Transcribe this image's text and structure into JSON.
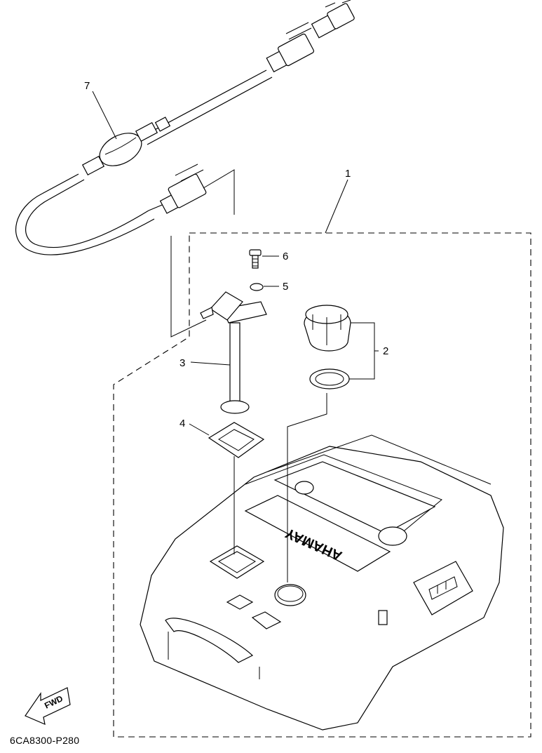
{
  "diagram": {
    "callouts": [
      {
        "id": "1",
        "text": "1"
      },
      {
        "id": "2",
        "text": "2"
      },
      {
        "id": "3",
        "text": "3"
      },
      {
        "id": "4",
        "text": "4"
      },
      {
        "id": "5",
        "text": "5"
      },
      {
        "id": "6",
        "text": "6"
      },
      {
        "id": "7",
        "text": "7"
      }
    ],
    "brand_on_tank": "YAMAHA",
    "direction_arrow_text": "FWD",
    "drawing_code": "6CA8300-P280"
  }
}
